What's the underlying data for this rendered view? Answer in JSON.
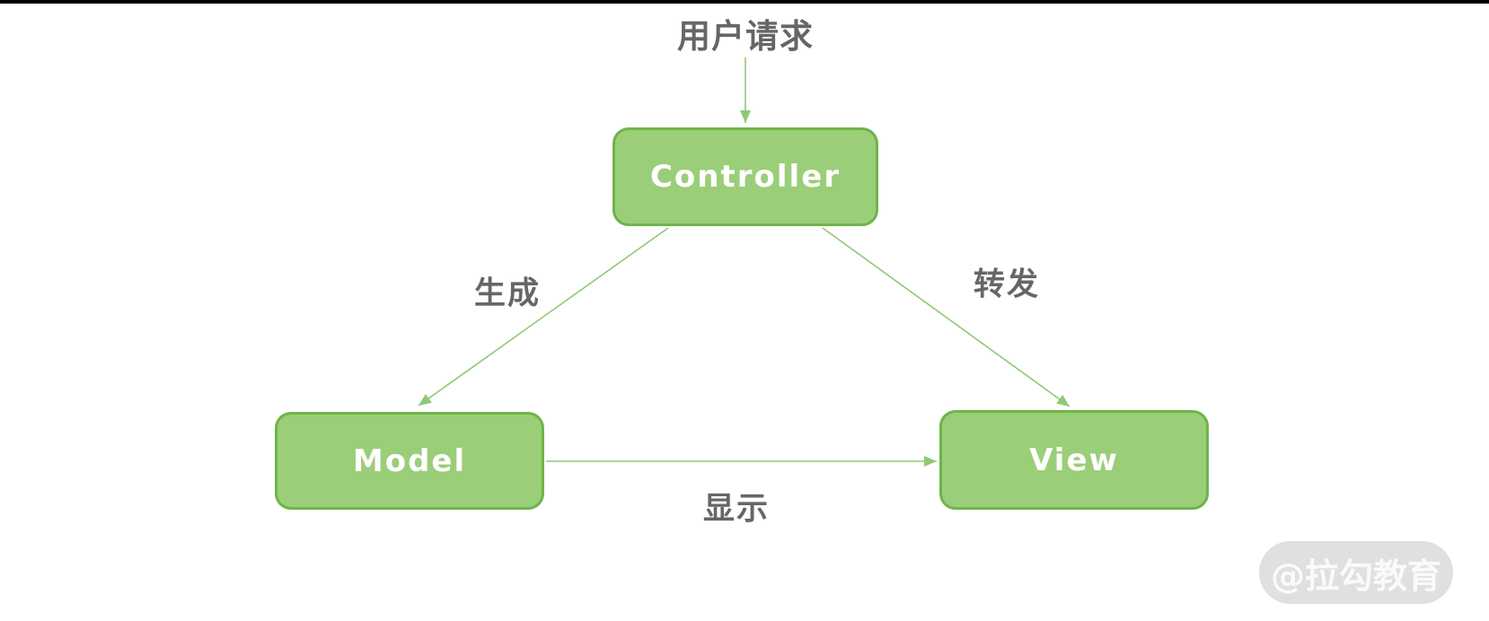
{
  "diagram": {
    "top_label": "用户请求",
    "nodes": {
      "controller": "Controller",
      "model": "Model",
      "view": "View"
    },
    "edge_labels": {
      "generate": "生成",
      "forward": "转发",
      "display": "显示"
    },
    "edges": [
      {
        "from": "user-request",
        "to": "controller",
        "label": ""
      },
      {
        "from": "controller",
        "to": "model",
        "label": "生成"
      },
      {
        "from": "controller",
        "to": "view",
        "label": "转发"
      },
      {
        "from": "model",
        "to": "view",
        "label": "显示"
      }
    ]
  },
  "watermark": {
    "text": "@拉勾教育"
  },
  "colors": {
    "node_fill": "#9BCE78",
    "node_border": "#6FB44A",
    "arrow": "#90C877",
    "label_text": "#666666",
    "node_text": "#FFFFFF",
    "topbar": "#000000",
    "watermark_bg": "#DEDEDE",
    "watermark_text": "#FAFAFA"
  }
}
